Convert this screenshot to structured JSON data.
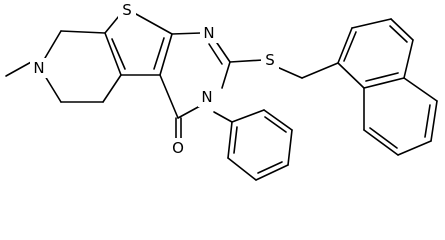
{
  "structure": {
    "atoms": {
      "sulfur_ring": "S",
      "nitrogen_ring_top": "N",
      "sulfur_linker": "S",
      "nitrogen_amide": "N",
      "oxygen_carbonyl": "O",
      "nitrogen_piperidine": "N"
    },
    "colors": {
      "line": "#000000",
      "background": "#ffffff"
    }
  }
}
